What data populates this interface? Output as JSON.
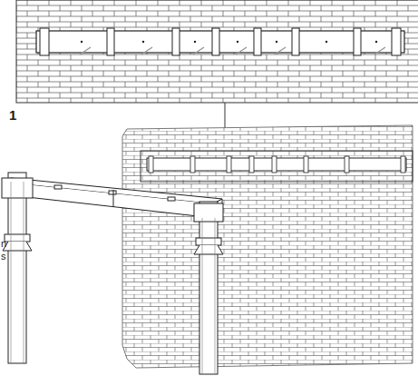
{
  "diagram": {
    "labels": [
      "1",
      "n",
      "s"
    ]
  }
}
